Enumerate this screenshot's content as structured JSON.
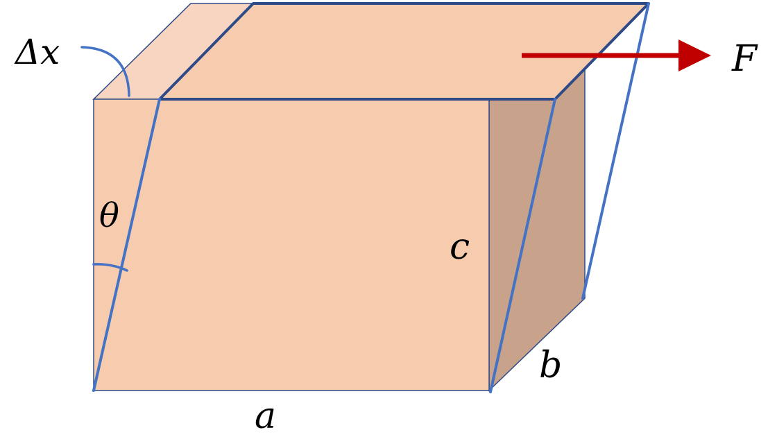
{
  "labels": {
    "delta_x": "Δx",
    "force": "F",
    "theta": "θ",
    "edge_a": "a",
    "edge_b": "b",
    "edge_c": "c"
  },
  "colors": {
    "box_face": "#f7cbae",
    "box_top_left": "#f7d5c0",
    "box_side": "#c8a28a",
    "outline": "#2e4a87",
    "sheared_outline": "#4472c4",
    "force_arrow": "#c00000"
  }
}
